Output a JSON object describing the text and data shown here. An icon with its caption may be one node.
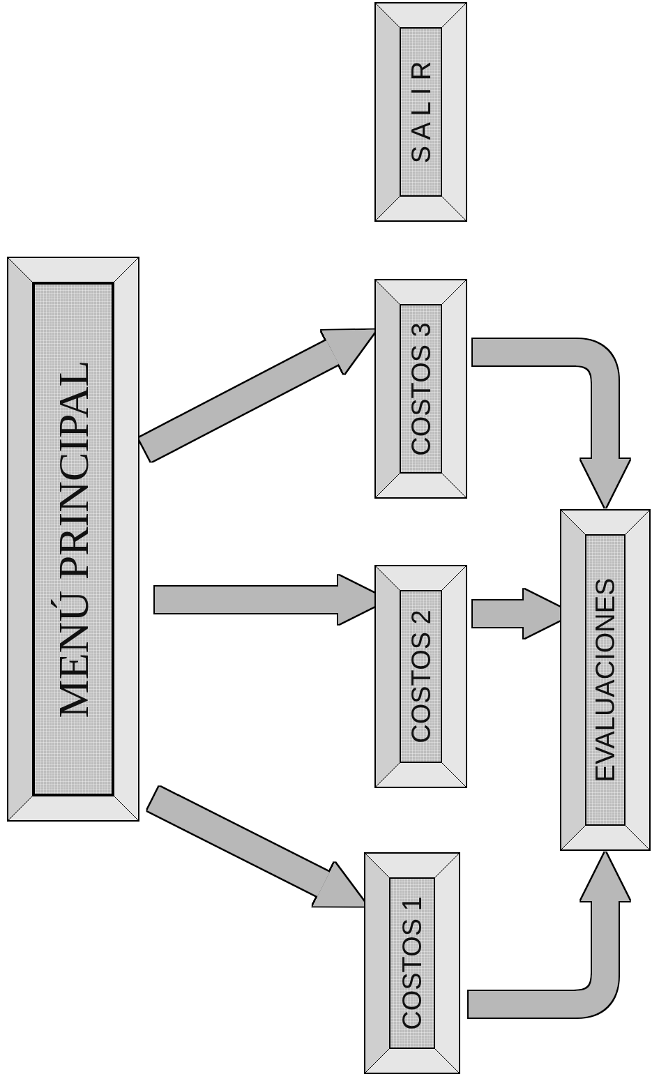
{
  "diagram": {
    "nodes": [
      {
        "text": [
          "MENÚ PRINCIPAL"
        ]
      },
      {
        "text": [
          "S A L I R"
        ]
      },
      {
        "text": [
          "COSTOS 3"
        ]
      },
      {
        "text": [
          "COSTOS 2"
        ]
      },
      {
        "text": [
          "COSTOS 1"
        ]
      },
      {
        "text": [
          "EVALUACIONES"
        ]
      }
    ],
    "edges": [
      {
        "from": 0,
        "to": 2,
        "arrow": "to"
      },
      {
        "from": 0,
        "to": 3,
        "arrow": "to"
      },
      {
        "from": 0,
        "to": 4,
        "arrow": "to"
      },
      {
        "from": 2,
        "to": 5,
        "arrow": "to"
      },
      {
        "from": 3,
        "to": 5,
        "arrow": "to"
      },
      {
        "from": 4,
        "to": 5,
        "arrow": "to"
      }
    ]
  }
}
